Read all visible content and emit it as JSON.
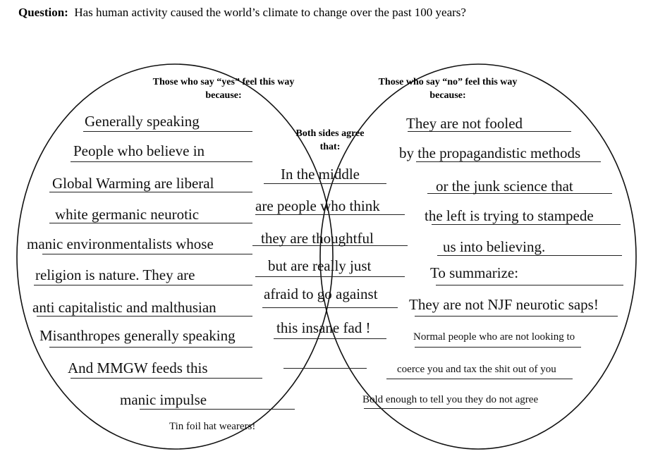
{
  "question": {
    "label": "Question:",
    "text": "Has human activity caused the world’s climate to change over the past 100 years?"
  },
  "yes_section": {
    "header": "Those who say “yes” feel this way because:",
    "lines": [
      "Generally speaking",
      "People who believe in",
      "Global Warming are liberal",
      "white germanic neurotic",
      "manic environmentalists whose",
      "religion is nature. They are",
      "anti capitalistic and malthusian",
      "Misanthropes generally speaking",
      "And MMGW feeds this",
      "manic impulse",
      "Tin foil hat wearers!"
    ]
  },
  "both_section": {
    "header": "Both sides agree that:",
    "lines": [
      "In the middle",
      "are people who think",
      "they are thoughtful",
      "but are really just",
      "afraid to go against",
      "this insane fad !"
    ]
  },
  "no_section": {
    "header": "Those who say “no” feel this way because:",
    "lines": [
      "They are not fooled",
      "by the propagandistic methods",
      "or the junk science that",
      "the left is trying to stampede",
      "us into believing.",
      "To summarize:",
      "They are not NJF neurotic saps!",
      "Normal people who are not looking to",
      "coerce you and tax the shit out of you",
      "Bold enough to tell you they do not agree"
    ]
  }
}
